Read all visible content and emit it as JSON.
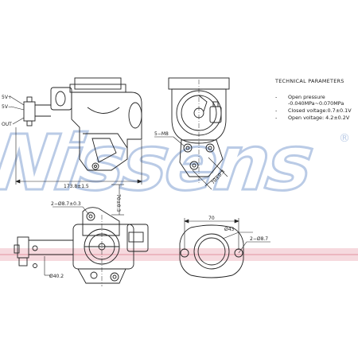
{
  "watermark": {
    "text": "Nissens",
    "registered": "®",
    "color": "#2b5fb4"
  },
  "band_color": "#e7a1ad",
  "technical_parameters": {
    "title": "TECHNICAL PARAMETERS",
    "items": [
      {
        "dash": "-",
        "text": "Open pressure"
      },
      {
        "dash": "",
        "text": "-0.040MPa~0.070MPa"
      },
      {
        "dash": "-",
        "text": "Closed voltage:0.7±0.1V"
      },
      {
        "dash": "-",
        "text": "Open voltage: 4.2±0.2V"
      }
    ]
  },
  "labels": {
    "pin_5v_plus": "5V+",
    "pin_5v_minus": "5V−",
    "pin_out": "OUT",
    "dim_length": "173.8±1.5",
    "thread": "5−M8",
    "dim_70_diag": "70±0.3",
    "hole_pair": "2−Ø8.7±0.3",
    "dim_70_vert": "70±0.3",
    "bore": "Ø40.2",
    "flange_width": "70",
    "flange_bore": "Ø43",
    "flange_holes": "2−Ø8.7"
  }
}
